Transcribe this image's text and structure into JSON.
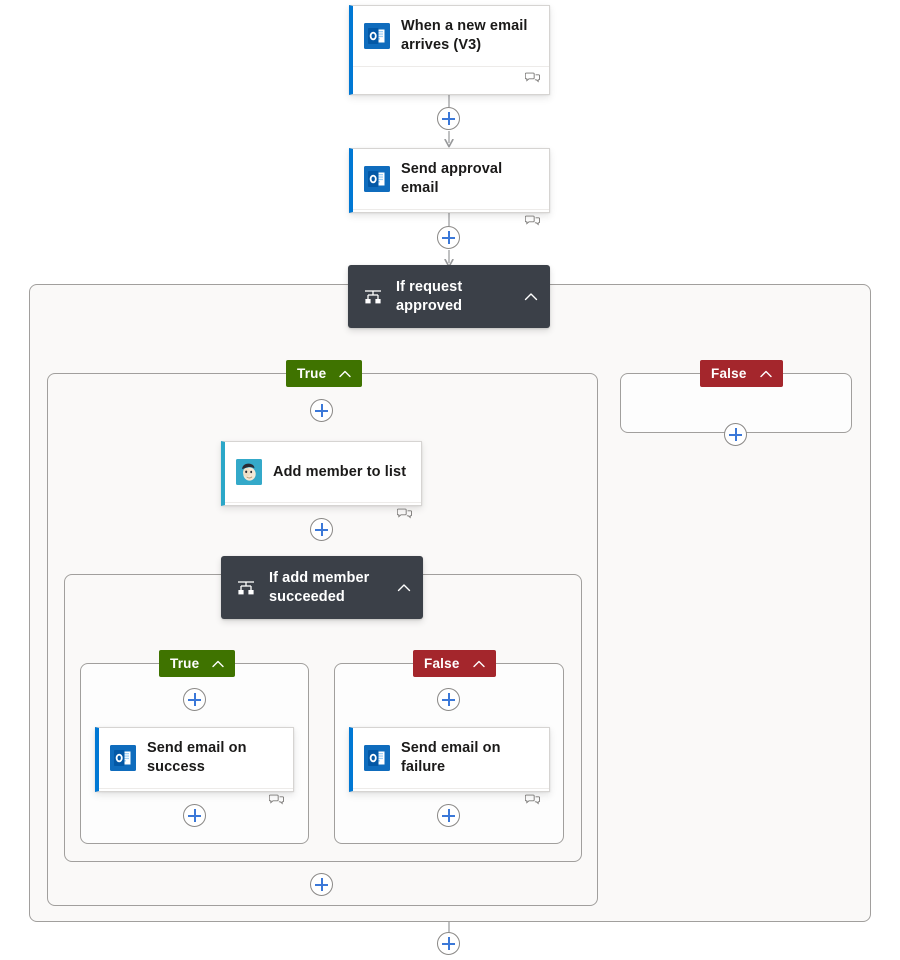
{
  "canvas": {
    "background": "#ffffff",
    "accent": "#0078d4",
    "plus_color": "#3b78d8",
    "connector_color": "#97989a",
    "scope_background": "#faf9f8",
    "scope_border": "#a19f9d"
  },
  "nodes": {
    "trigger": {
      "title": "When a new email arrives (V3)",
      "icon": "outlook-icon",
      "accent_color": "#0078d4",
      "footer_icon": "comments-icon"
    },
    "send_approval": {
      "title": "Send approval email",
      "icon": "outlook-icon",
      "accent_color": "#0078d4",
      "footer_icon": "comments-icon"
    },
    "condition_outer": {
      "title": "If request approved",
      "icon": "condition-icon",
      "collapse_icon": "chevron-up-icon",
      "background_color": "#3b4048"
    },
    "add_member": {
      "title": "Add member to list",
      "icon": "mailchimp-icon",
      "accent_color": "#2ba7c8",
      "footer_icon": "comments-icon"
    },
    "condition_inner": {
      "title": "If add member succeeded",
      "icon": "condition-icon",
      "collapse_icon": "chevron-up-icon",
      "background_color": "#3b4048"
    },
    "send_success": {
      "title": "Send email on success",
      "icon": "outlook-icon",
      "accent_color": "#0078d4",
      "footer_icon": "comments-icon"
    },
    "send_failure": {
      "title": "Send email on failure",
      "icon": "outlook-icon",
      "accent_color": "#0078d4",
      "footer_icon": "comments-icon"
    }
  },
  "branches": {
    "outer_true": {
      "label": "True",
      "color": "#3f7300",
      "collapse_icon": "chevron-up-icon"
    },
    "outer_false": {
      "label": "False",
      "color": "#a4262c",
      "collapse_icon": "chevron-up-icon"
    },
    "inner_true": {
      "label": "True",
      "color": "#3f7300",
      "collapse_icon": "chevron-up-icon"
    },
    "inner_false": {
      "label": "False",
      "color": "#a4262c",
      "collapse_icon": "chevron-up-icon"
    }
  },
  "add_buttons": [
    {
      "name": "add-step-after-trigger"
    },
    {
      "name": "add-step-after-send-approval"
    },
    {
      "name": "add-step-outer-true-top"
    },
    {
      "name": "add-step-outer-false"
    },
    {
      "name": "add-step-after-add-member"
    },
    {
      "name": "add-step-inner-true-top"
    },
    {
      "name": "add-step-inner-false-top"
    },
    {
      "name": "add-step-inner-true-bottom"
    },
    {
      "name": "add-step-inner-false-bottom"
    },
    {
      "name": "add-step-outer-true-bottom"
    },
    {
      "name": "add-step-end-of-flow"
    }
  ]
}
